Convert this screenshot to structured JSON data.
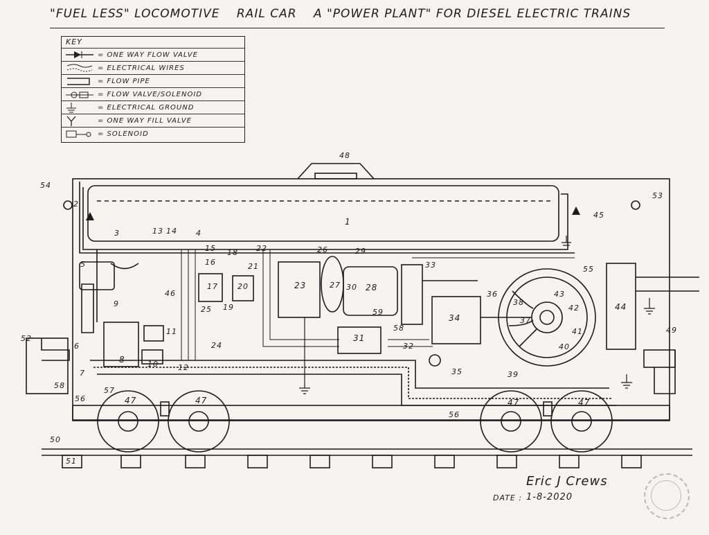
{
  "title": {
    "part1": "\"FUEL LESS\" LOCOMOTIVE",
    "part2": "RAIL CAR",
    "part3": "A \"POWER PLANT\" FOR DIESEL ELECTRIC TRAINS"
  },
  "key": {
    "heading": "KEY",
    "items": [
      {
        "label": "= ONE WAY FLOW VALVE",
        "icon": "one-way-valve-icon"
      },
      {
        "label": "= ELECTRICAL WIRES",
        "icon": "wires-icon"
      },
      {
        "label": "= FLOW PIPE",
        "icon": "flow-pipe-icon"
      },
      {
        "label": "= FLOW VALVE/SOLENOID",
        "icon": "valve-solenoid-icon"
      },
      {
        "label": "= ELECTRICAL GROUND",
        "icon": "ground-icon"
      },
      {
        "label": "= ONE WAY FILL VALVE",
        "icon": "fill-valve-icon"
      },
      {
        "label": "= SOLENOID",
        "icon": "solenoid-icon"
      }
    ]
  },
  "components": {
    "n1": "1",
    "n2": "2",
    "n3": "3",
    "n4": "4",
    "n5": "5",
    "n6": "6",
    "n7": "7",
    "n8": "8",
    "n9": "9",
    "n10": "10",
    "n11": "11",
    "n12": "12",
    "n13": "13",
    "n14": "14",
    "n15": "15",
    "n16": "16",
    "n17": "17",
    "n18": "18",
    "n19": "19",
    "n20": "20",
    "n21": "21",
    "n22": "22",
    "n23": "23",
    "n24": "24",
    "n25": "25",
    "n26": "26",
    "n27": "27",
    "n28": "28",
    "n29": "29",
    "n30": "30",
    "n31": "31",
    "n32": "32",
    "n33": "33",
    "n34": "34",
    "n35": "35",
    "n36": "36",
    "n37": "37",
    "n38": "38",
    "n39": "39",
    "n40": "40",
    "n41": "41",
    "n42": "42",
    "n43": "43",
    "n44": "44",
    "n45": "45",
    "n46": "46",
    "n47": "47",
    "n48": "48",
    "n49": "49",
    "n50": "50",
    "n51": "51",
    "n52": "52",
    "n53": "53",
    "n54": "54",
    "n55": "55",
    "n56": "56",
    "n57": "57",
    "n58": "58",
    "n59": "59"
  },
  "signature": {
    "name": "Eric J Crews",
    "date_label": "DATE :",
    "date_value": "1-8-2020"
  },
  "colors": {
    "ink": "#1b1b1b",
    "paper": "#f4f3ef"
  }
}
